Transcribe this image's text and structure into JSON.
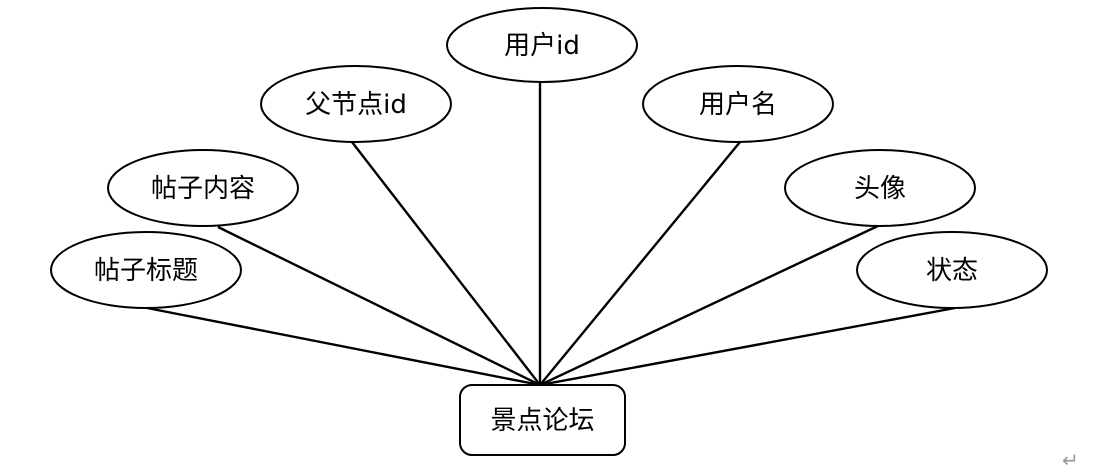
{
  "entity": {
    "label": "景点论坛"
  },
  "attributes": [
    {
      "id": "post-title",
      "label": "帖子标题"
    },
    {
      "id": "post-content",
      "label": "帖子内容"
    },
    {
      "id": "parent-node-id",
      "label": "父节点id"
    },
    {
      "id": "user-id",
      "label": "用户id"
    },
    {
      "id": "username",
      "label": "用户名"
    },
    {
      "id": "avatar",
      "label": "头像"
    },
    {
      "id": "status",
      "label": "状态"
    }
  ],
  "paragraph_mark": "↵",
  "colors": {
    "stroke": "#000000",
    "fill": "#ffffff",
    "mark": "#9a9a9a"
  }
}
